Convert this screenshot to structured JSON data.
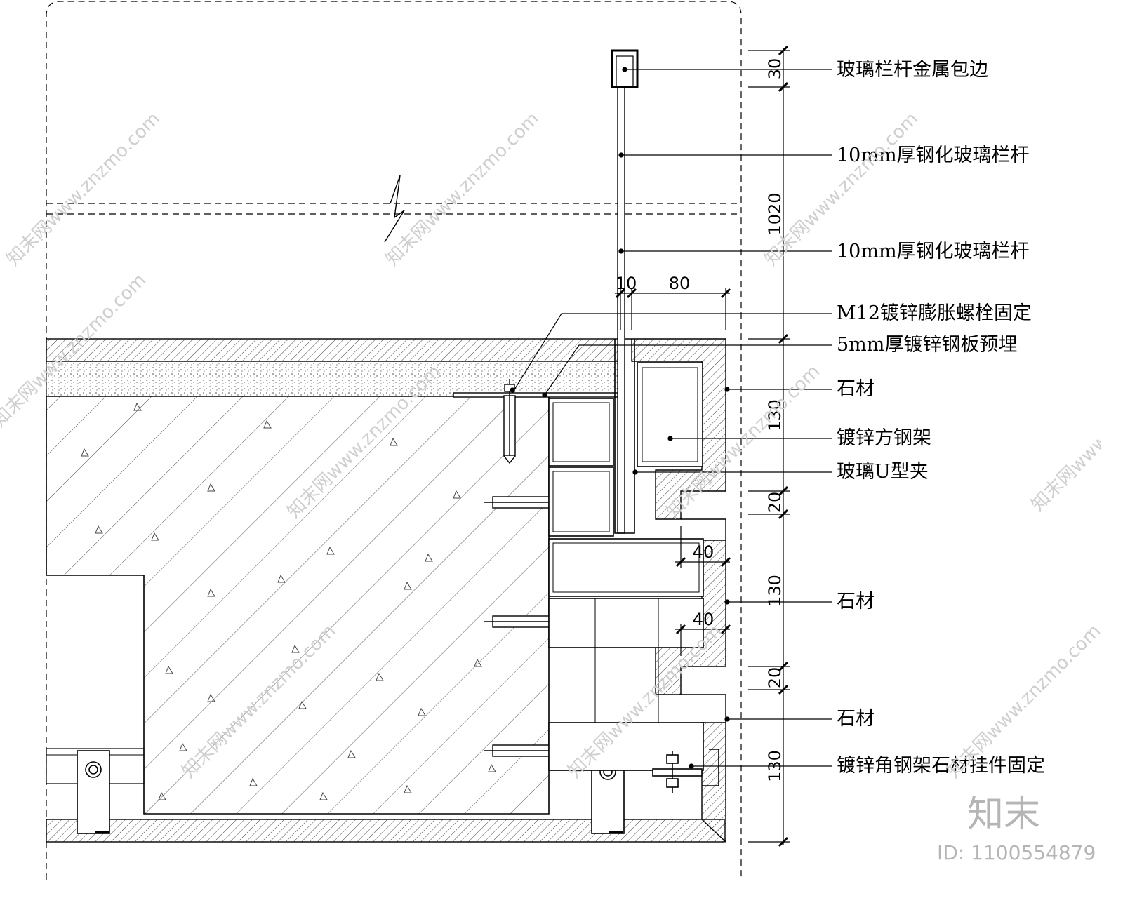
{
  "callouts": [
    {
      "id": "glass-cap",
      "text": "玻璃栏杆金属包边"
    },
    {
      "id": "glass-1",
      "text": "10mm厚钢化玻璃栏杆"
    },
    {
      "id": "glass-2",
      "text": "10mm厚钢化玻璃栏杆"
    },
    {
      "id": "bolt",
      "text": "M12镀锌膨胀螺栓固定"
    },
    {
      "id": "plate",
      "text": "5mm厚镀锌钢板预埋"
    },
    {
      "id": "stone-1",
      "text": "石材"
    },
    {
      "id": "steel-frame",
      "text": "镀锌方钢架"
    },
    {
      "id": "u-clip",
      "text": "玻璃U型夹"
    },
    {
      "id": "stone-2",
      "text": "石材"
    },
    {
      "id": "stone-3",
      "text": "石材"
    },
    {
      "id": "angle-fix",
      "text": "镀锌角钢架石材挂件固定"
    }
  ],
  "dimensions": {
    "vertical": {
      "d30": "30",
      "d1020": "1020",
      "d130a": "130",
      "d20a": "20",
      "d130b": "130",
      "d20b": "20",
      "d130c": "130"
    },
    "horizontal": {
      "d10": "10",
      "d80": "80",
      "d40a": "40",
      "d40b": "40"
    }
  },
  "watermark": {
    "text": "知末网www.znzmo.com",
    "brand": "知末",
    "id_text": "ID: 1100554879"
  }
}
